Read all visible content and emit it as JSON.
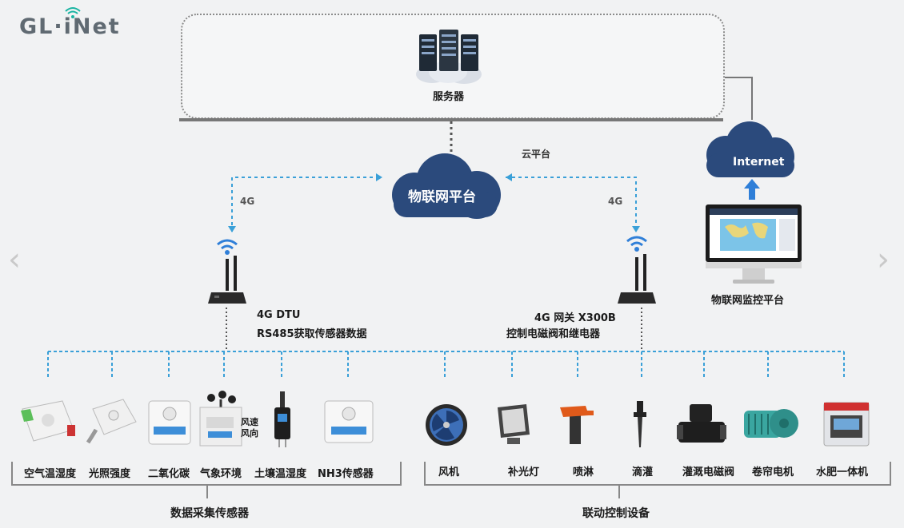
{
  "logo": {
    "text": "GL·iNet"
  },
  "server": {
    "label": "服务器"
  },
  "cloud_platform": {
    "caption": "云平台",
    "label": "物联网平台"
  },
  "internet": {
    "label": "Internet"
  },
  "monitor": {
    "label": "物联网监控平台"
  },
  "links": {
    "left": "4G",
    "right": "4G"
  },
  "dtu": {
    "line1": "4G DTU",
    "line2": "RS485获取传感器数据"
  },
  "gateway": {
    "line1": "4G 网关 X300B",
    "line2": "控制电磁阀和继电器"
  },
  "weather_tag": {
    "line1": "风速",
    "line2": "风向"
  },
  "sensors": {
    "group_label": "数据采集传感器",
    "items": [
      "空气温湿度",
      "光照强度",
      "二氧化碳",
      "气象环境",
      "土壤温湿度",
      "NH3传感器"
    ]
  },
  "controls": {
    "group_label": "联动控制设备",
    "items": [
      "风机",
      "补光灯",
      "喷淋",
      "滴灌",
      "灌溉电磁阀",
      "卷帘电机",
      "水肥一体机"
    ]
  },
  "colors": {
    "cloud": "#2b4a7c",
    "link": "#3aa0d8",
    "router": "#222222",
    "arrow": "#2f7fd8"
  }
}
